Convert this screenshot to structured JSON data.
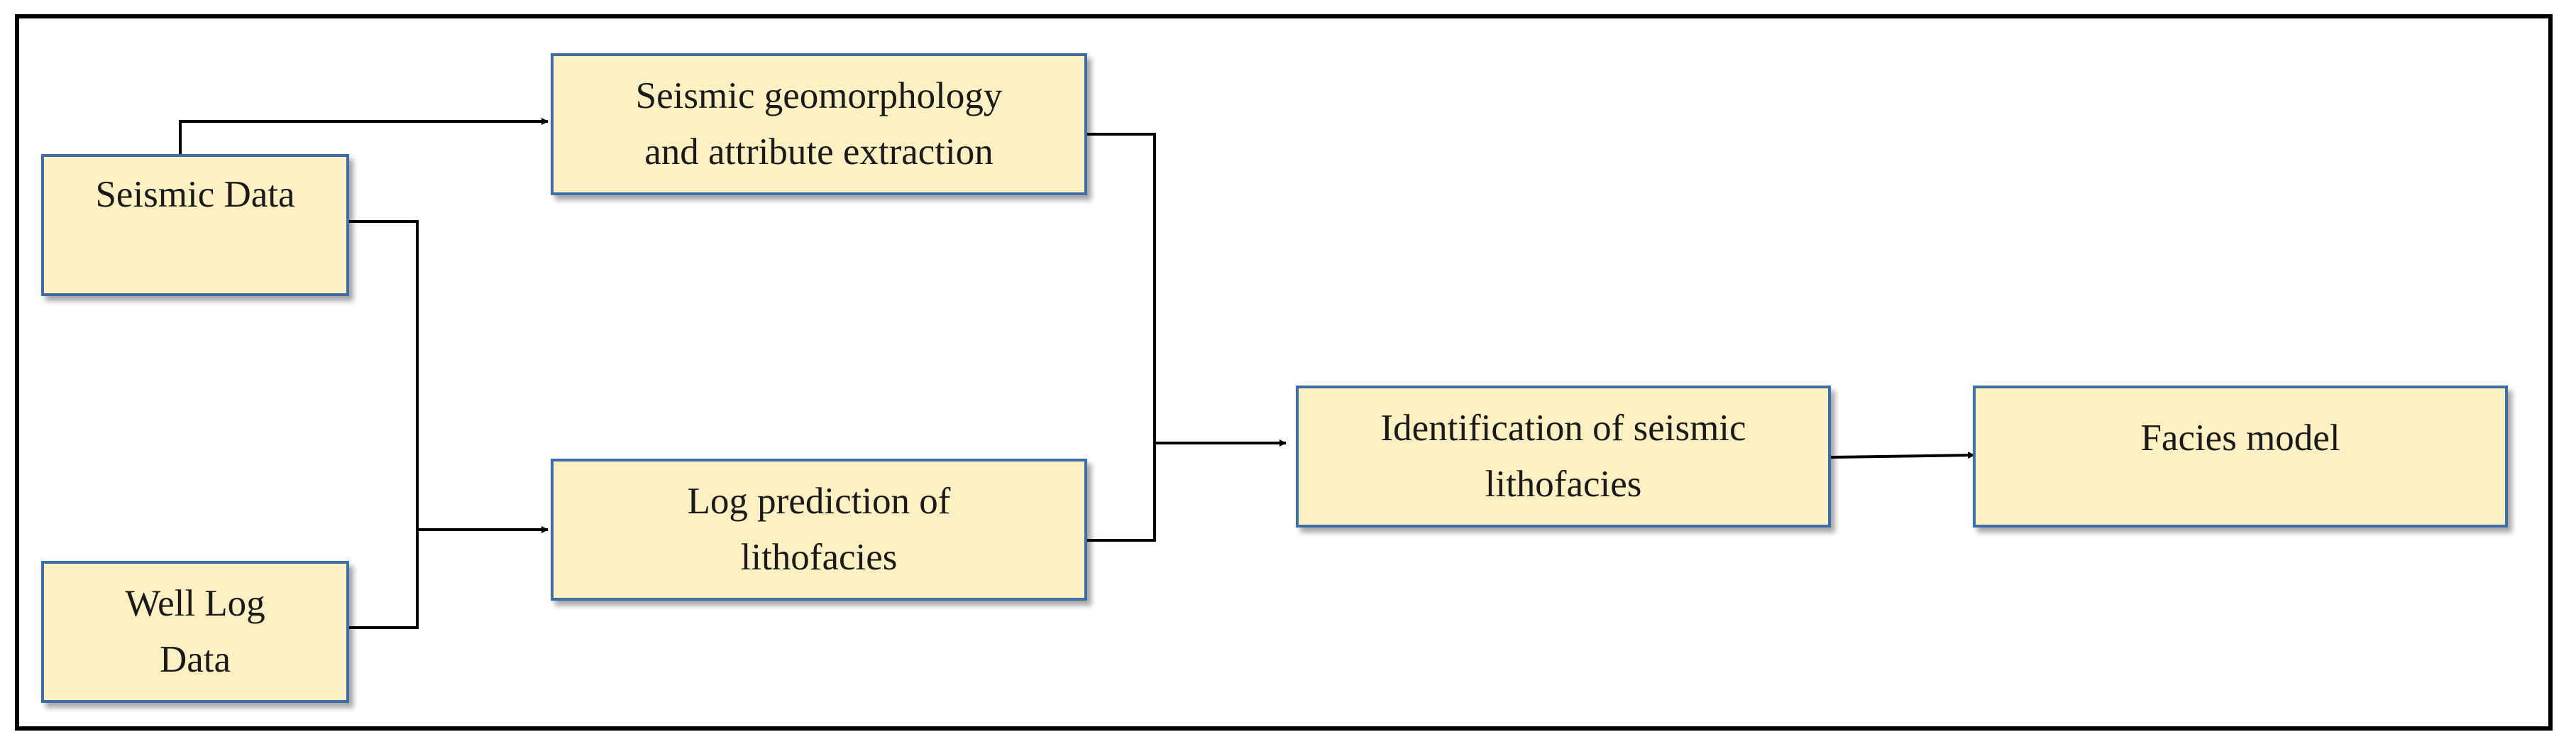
{
  "diagram": {
    "nodes": {
      "seismic_data": {
        "label": "Seismic Data"
      },
      "well_log_data": {
        "label": "Well Log\nData"
      },
      "geomorphology": {
        "label": "Seismic geomorphology\nand attribute extraction"
      },
      "log_prediction": {
        "label": "Log prediction of\nlithofacies"
      },
      "identification": {
        "label": "Identification of seismic\nlithofacies"
      },
      "facies_model": {
        "label": "Facies model"
      }
    },
    "edges": [
      {
        "from": "seismic_data",
        "to": "geomorphology"
      },
      {
        "from": "seismic_data",
        "to": "log_prediction"
      },
      {
        "from": "well_log_data",
        "to": "log_prediction"
      },
      {
        "from": "geomorphology",
        "to": "identification"
      },
      {
        "from": "log_prediction",
        "to": "identification"
      },
      {
        "from": "identification",
        "to": "facies_model"
      }
    ],
    "colors": {
      "box_fill": "#fdf0c2",
      "box_border": "#3d6ea8",
      "line": "#000000"
    }
  }
}
